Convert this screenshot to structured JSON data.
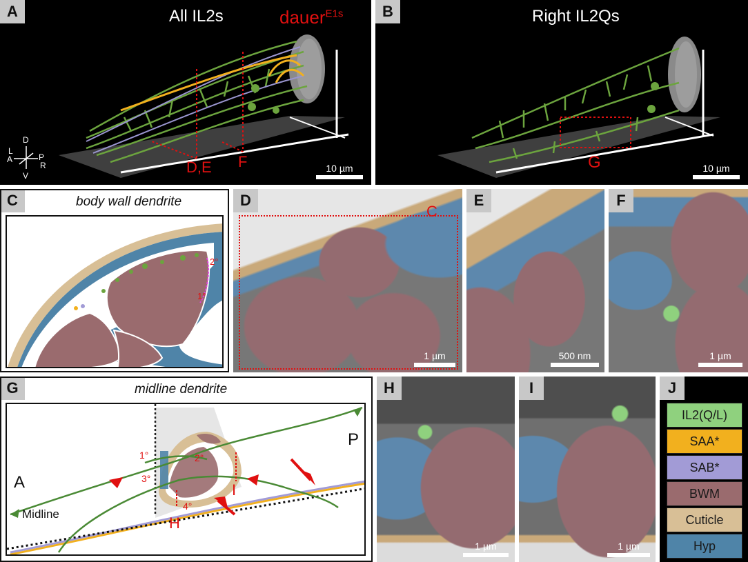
{
  "panels": {
    "A": {
      "label": "A",
      "title": "All IL2s",
      "strain_base": "dauer",
      "strain_sup": "E1s",
      "scale": "10 µm",
      "markers": [
        "D,E",
        "F"
      ],
      "axes": {
        "d": "D",
        "l": "L",
        "a": "A",
        "p": "P",
        "r": "R",
        "v": "V"
      }
    },
    "B": {
      "label": "B",
      "title": "Right IL2Qs",
      "scale": "10 µm",
      "marker": "G"
    },
    "C": {
      "label": "C",
      "title": "body wall dendrite",
      "deg1": "1°",
      "deg2": "2°"
    },
    "D": {
      "label": "D",
      "inset": "C",
      "scale": "1 µm"
    },
    "E": {
      "label": "E",
      "scale": "500 nm"
    },
    "F": {
      "label": "F",
      "scale": "1 µm"
    },
    "G": {
      "label": "G",
      "title": "midline dendrite",
      "a": "A",
      "p": "P",
      "midline": "Midline",
      "deg1": "1°",
      "deg2": "2°",
      "deg3": "3°",
      "deg4": "4°",
      "h": "H",
      "i": "I"
    },
    "H": {
      "label": "H",
      "scale": "1 µm"
    },
    "I": {
      "label": "I",
      "scale": "1 µm"
    },
    "J": {
      "label": "J"
    }
  },
  "legend": [
    {
      "name": "IL2(Q/L)",
      "color": "#8fd17e"
    },
    {
      "name": "SAA*",
      "color": "#f2b01e"
    },
    {
      "name": "SAB*",
      "color": "#a29bd6"
    },
    {
      "name": "BWM",
      "color": "#9a6b6e"
    },
    {
      "name": "Cuticle",
      "color": "#d8bf96"
    },
    {
      "name": "Hyp",
      "color": "#4f84a8"
    }
  ]
}
